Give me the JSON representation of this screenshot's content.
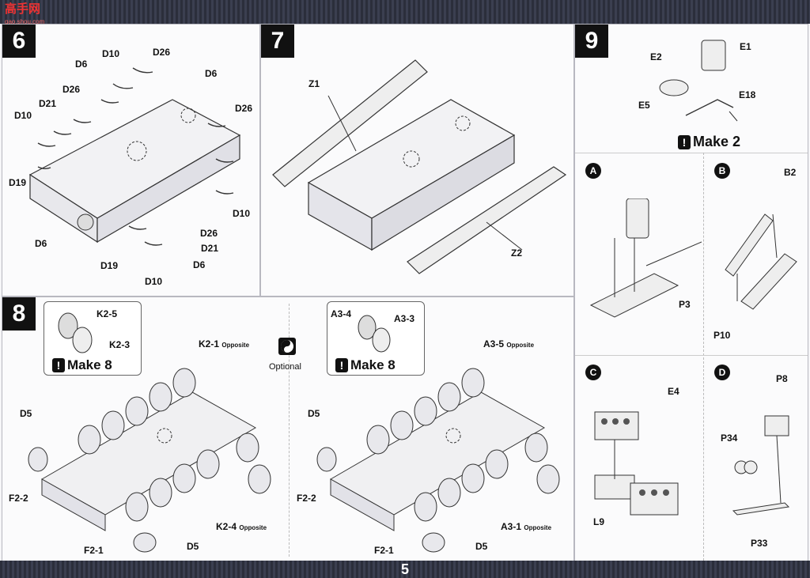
{
  "header": {
    "logo_text": "高手网",
    "logo_sub": "gao.shou.com"
  },
  "page_number": "5",
  "steps": {
    "s6": {
      "num": "6",
      "labels": [
        "D10",
        "D26",
        "D6",
        "D26",
        "D21",
        "D10",
        "D19",
        "D6",
        "D6",
        "D26",
        "D10",
        "D26",
        "D21",
        "D6",
        "D19",
        "D10"
      ]
    },
    "s7": {
      "num": "7",
      "labels": [
        "Z1",
        "Z2"
      ]
    },
    "s8": {
      "num": "8",
      "optional": "Optional",
      "left_inset": {
        "l1": "K2-5",
        "l2": "K2-3",
        "make": "Make 8"
      },
      "right_inset": {
        "l1": "A3-4",
        "l2": "A3-3",
        "make": "Make 8"
      },
      "left": {
        "k21": "K2-1",
        "k24": "K2-4",
        "opposite": "Opposite",
        "d5a": "D5",
        "f22": "F2-2",
        "f21": "F2-1",
        "d5b": "D5"
      },
      "right": {
        "a35": "A3-5",
        "a31": "A3-1",
        "opposite": "Opposite",
        "d5a": "D5",
        "f22": "F2-2",
        "f21": "F2-1",
        "d5b": "D5"
      }
    },
    "s9": {
      "num": "9",
      "labels": {
        "e1": "E1",
        "e2": "E2",
        "e5": "E5",
        "e18": "E18"
      },
      "make": "Make 2",
      "A": {
        "tag": "A",
        "p3": "P3"
      },
      "B": {
        "tag": "B",
        "b2": "B2",
        "p10": "P10"
      },
      "C": {
        "tag": "C",
        "e4": "E4",
        "l9": "L9"
      },
      "D": {
        "tag": "D",
        "p8": "P8",
        "p34": "P34",
        "p33": "P33"
      }
    }
  }
}
